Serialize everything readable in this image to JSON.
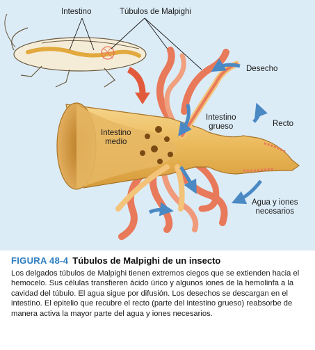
{
  "figure": {
    "labels": {
      "intestino": "Intestino",
      "tubulos": "Túbulos de Malpighi",
      "desecho": "Desecho",
      "intestino_medio": "Intestino\nmedio",
      "intestino_grueso": "Intestino\ngrueso",
      "recto": "Recto",
      "agua": "Agua y iones\nnecesarios"
    },
    "colors": {
      "background": "#dcecf7",
      "gut": "#f0c46a",
      "gut_interior": "#d9a040",
      "tubule": "#e8795a",
      "arrow_blue": "#4a89c4",
      "arrow_red": "#e25a3c",
      "accent": "#2a7bbf"
    }
  },
  "caption": {
    "figure_number": "FIGURA 48-4",
    "title": "Túbulos de Malpighi de un insecto",
    "body": "Los delgados túbulos de Malpighi tienen extremos ciegos que se extienden hacia el hemocelo. Sus células transfieren ácido úrico y algunos iones de la hemolinfa a la cavidad del túbulo. El agua sigue por difusión. Los desechos se descargan en el intestino. El epitelio que recubre el recto (parte del intestino grueso) reabsorbe de manera activa la mayor parte del agua y iones necesarios."
  }
}
